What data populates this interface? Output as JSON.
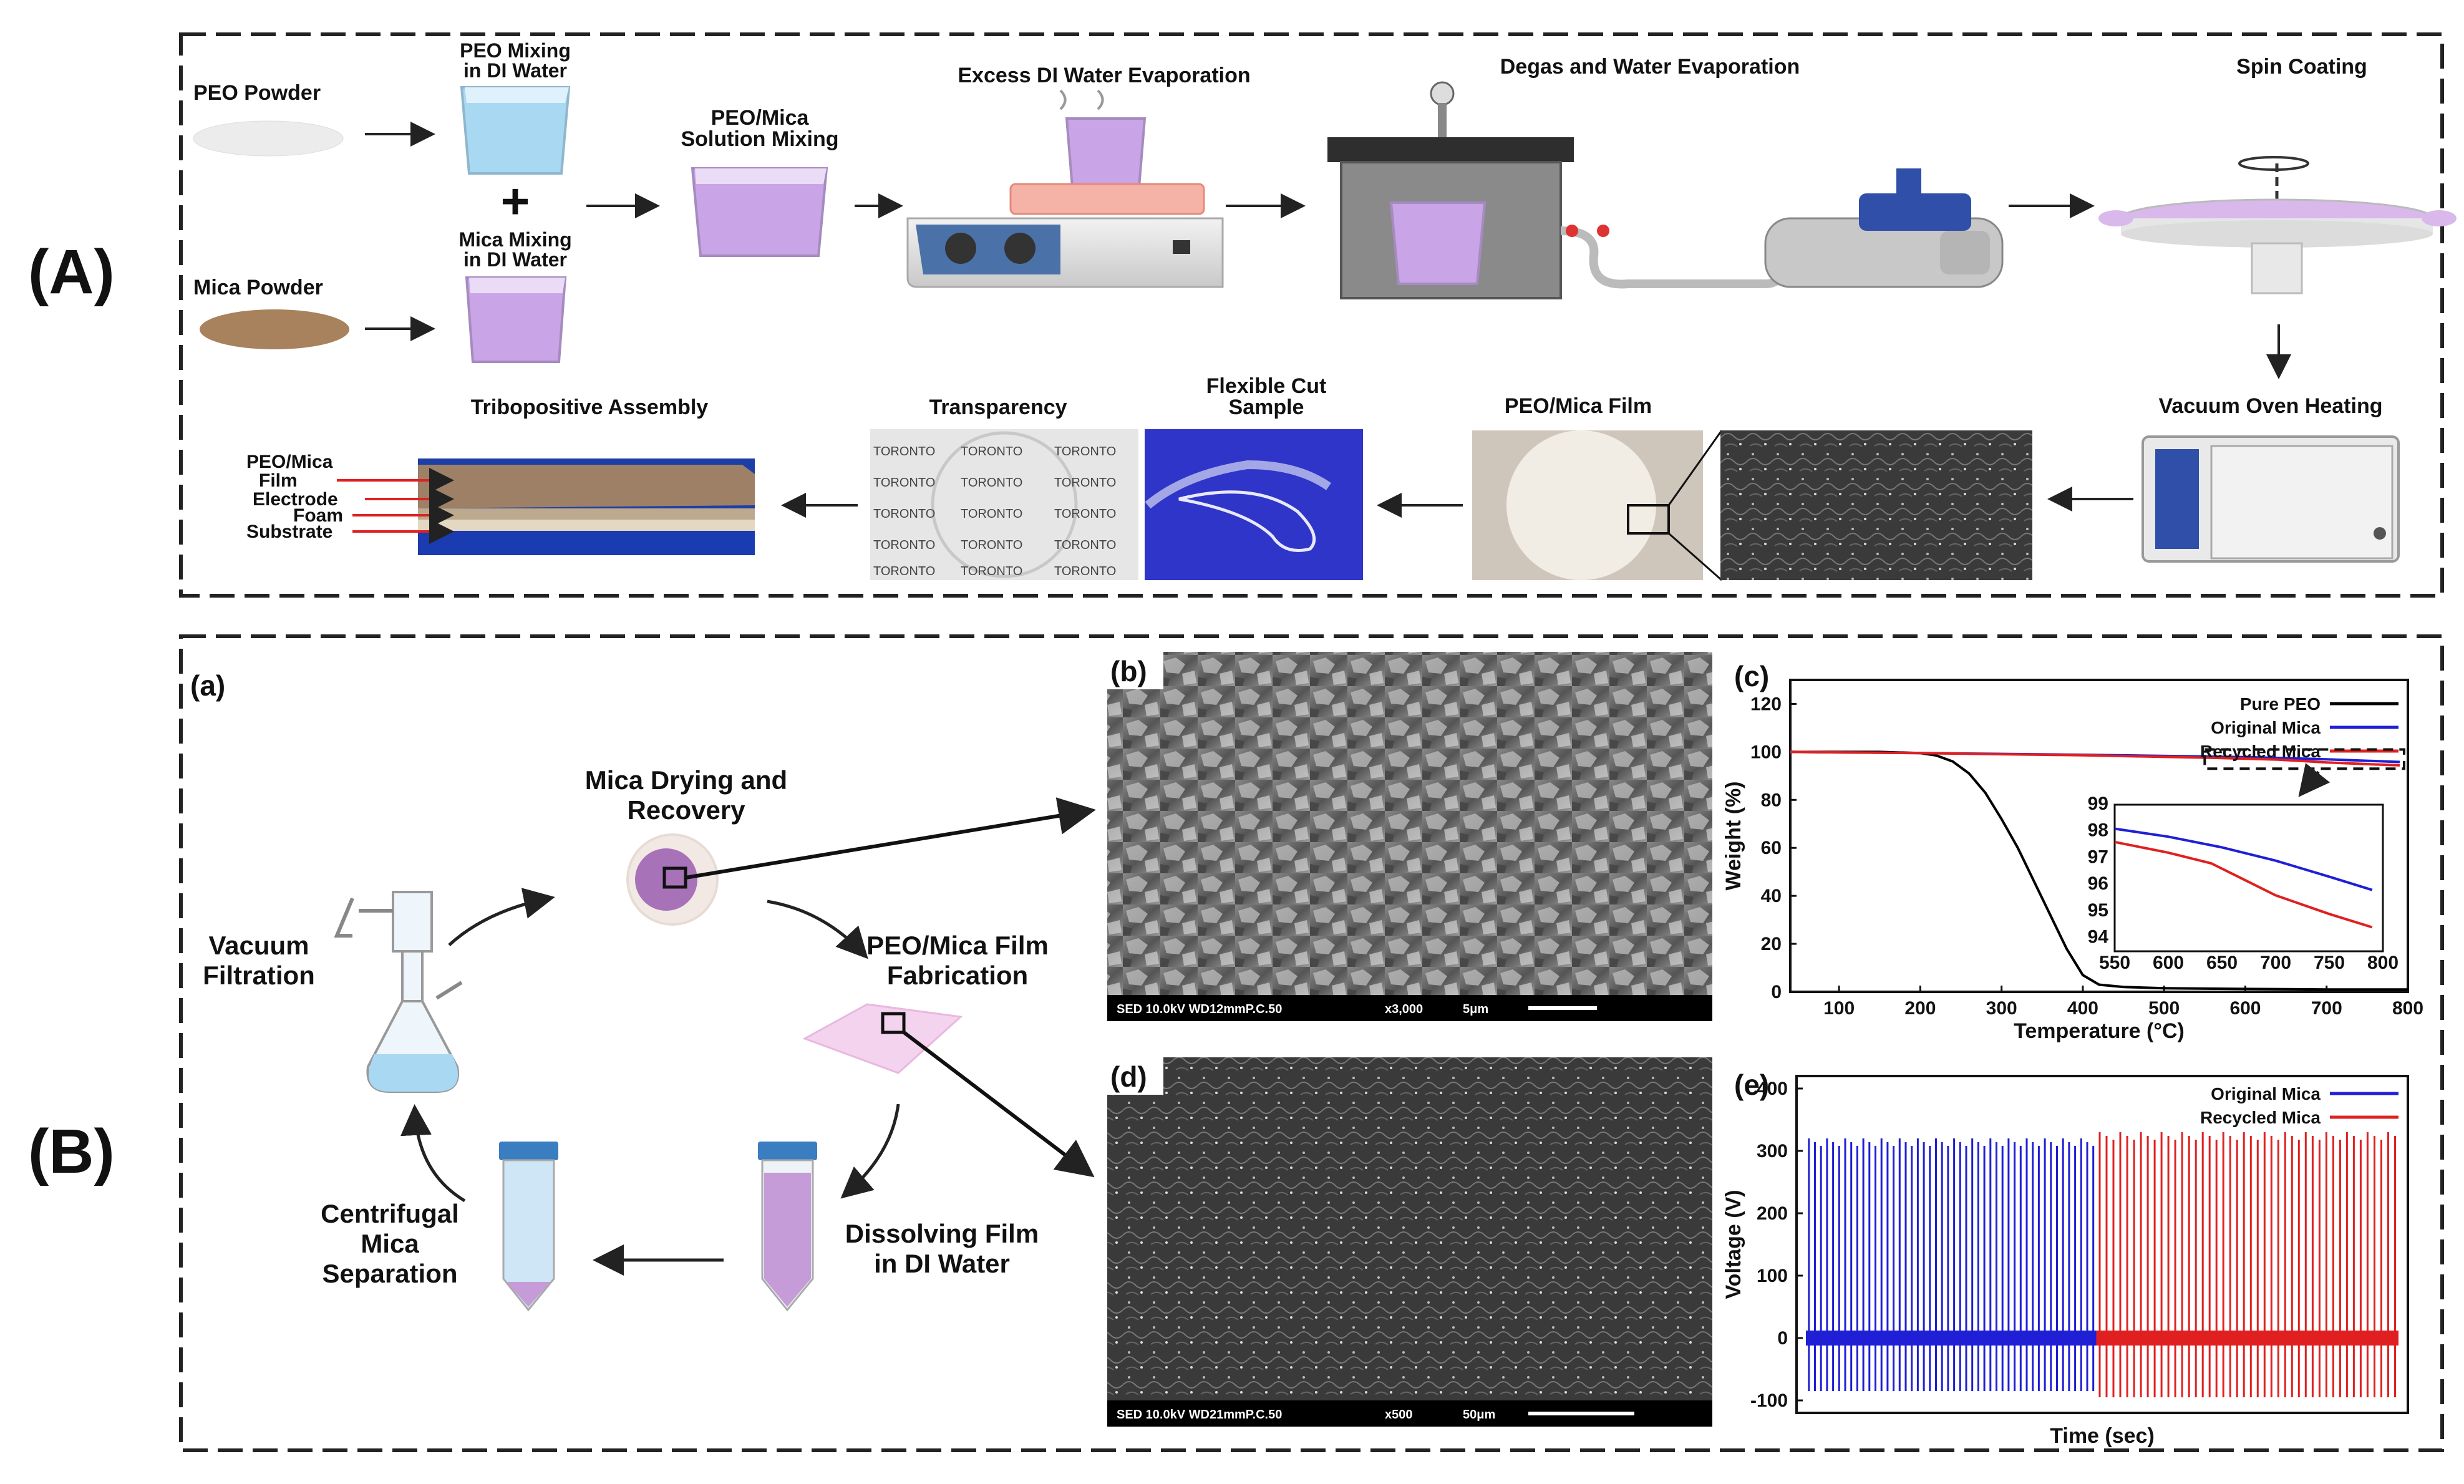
{
  "panel_labels": {
    "A": "(A)",
    "B": "(B)",
    "a": "(a)",
    "b": "(b)",
    "c": "(c)",
    "d": "(d)",
    "e": "(e)"
  },
  "panelA": {
    "peo_powder": "PEO Powder",
    "mica_powder": "Mica Powder",
    "peo_mixing": [
      "PEO Mixing",
      "in DI Water"
    ],
    "plus": "+",
    "mica_mixing": [
      "Mica Mixing",
      "in DI Water"
    ],
    "solution_mixing": [
      "PEO/Mica",
      "Solution Mixing"
    ],
    "evaporation": "Excess DI Water Evaporation",
    "degas": "Degas and Water Evaporation",
    "spin": "Spin Coating",
    "oven": "Vacuum Oven Heating",
    "film": "PEO/Mica Film",
    "flex_cut": [
      "Flexible Cut",
      "Sample"
    ],
    "transparency": "Transparency",
    "transparency_text": "TORONTO",
    "assembly": "Tribopositive Assembly",
    "assembly_layers": [
      "PEO/Mica",
      "Film",
      "Electrode",
      "Foam",
      "Substrate"
    ]
  },
  "panelB": {
    "vacuum_filtration": [
      "Vacuum",
      "Filtration"
    ],
    "mica_drying": [
      "Mica Drying and",
      "Recovery"
    ],
    "film_fabrication": [
      "PEO/Mica Film",
      "Fabrication"
    ],
    "dissolving": [
      "Dissolving Film",
      "in DI Water"
    ],
    "centrifugal": [
      "Centrifugal",
      "Mica",
      "Separation"
    ],
    "sem_b": {
      "info": "SED 10.0kV WD12mmP.C.50",
      "mag": "x3,000",
      "scale": "5μm"
    },
    "sem_d": {
      "info": "SED 10.0kV WD21mmP.C.50",
      "mag": "x500",
      "scale": "50μm"
    }
  },
  "colors": {
    "pure_peo": "#000000",
    "original_mica": "#1f1fd6",
    "recycled_mica": "#e02020",
    "solution": "#c9a4e6",
    "water": "#a9d8f2"
  },
  "chart_data": [
    {
      "id": "c",
      "type": "line",
      "xlabel": "Temperature (°C)",
      "ylabel": "Weight (%)",
      "xlim": [
        40,
        800
      ],
      "ylim": [
        0,
        130
      ],
      "xticks": [
        100,
        200,
        300,
        400,
        500,
        600,
        700,
        800
      ],
      "yticks": [
        0,
        20,
        40,
        60,
        80,
        100,
        120
      ],
      "legend_position": "top-right",
      "series": [
        {
          "name": "Pure PEO",
          "x": [
            40,
            100,
            150,
            200,
            220,
            240,
            260,
            280,
            300,
            320,
            340,
            360,
            380,
            400,
            420,
            450,
            500,
            600,
            700,
            800
          ],
          "y": [
            100,
            100,
            100,
            99.5,
            98.5,
            96,
            91,
            83,
            72,
            60,
            46,
            32,
            18,
            7,
            3,
            2,
            1.5,
            1.2,
            1,
            1
          ]
        },
        {
          "name": "Original Mica",
          "x": [
            40,
            200,
            400,
            550,
            600,
            650,
            700,
            750,
            790
          ],
          "y": [
            100,
            99.5,
            98.8,
            98.1,
            97.8,
            97.4,
            96.9,
            96.3,
            95.8
          ]
        },
        {
          "name": "Recycled Mica",
          "x": [
            40,
            200,
            400,
            550,
            600,
            640,
            660,
            700,
            750,
            790
          ],
          "y": [
            100,
            99.5,
            98.6,
            97.6,
            97.2,
            96.8,
            96.4,
            95.6,
            94.9,
            94.4
          ]
        }
      ],
      "inset": {
        "xlim": [
          550,
          800
        ],
        "ylim": [
          93.5,
          99
        ],
        "xticks": [
          550,
          600,
          650,
          700,
          750,
          800
        ],
        "yticks": [
          94,
          95,
          96,
          97,
          98,
          99
        ]
      }
    },
    {
      "id": "e",
      "type": "line",
      "xlabel": "Time (sec)",
      "ylabel": "Voltage (V)",
      "ylim": [
        -120,
        420
      ],
      "yticks": [
        -100,
        0,
        100,
        200,
        300,
        400
      ],
      "legend_position": "top-right",
      "series": [
        {
          "name": "Original Mica",
          "peak": 320,
          "trough": -85,
          "pulses": 48
        },
        {
          "name": "Recycled Mica",
          "peak": 330,
          "trough": -95,
          "pulses": 44
        }
      ]
    }
  ]
}
